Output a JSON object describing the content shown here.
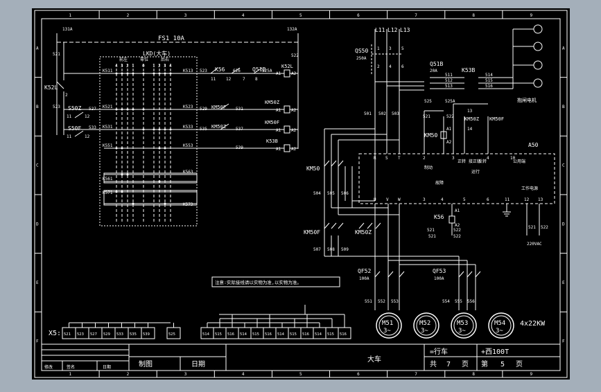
{
  "colors": {
    "frame_bg": "#a4afba",
    "sheet": "#000000",
    "ink": "#ffffff"
  },
  "grid": {
    "cols": [
      "1",
      "2",
      "3",
      "4",
      "5",
      "6",
      "7",
      "8",
      "9"
    ],
    "rows": [
      "A",
      "B",
      "C",
      "D",
      "E",
      "F"
    ]
  },
  "left_circuit": {
    "fuse": "FS1  10A",
    "top_left_wire": "131A",
    "top_right_wire": "132A",
    "left_wires": [
      "521",
      "523",
      "2"
    ],
    "ring_contact": "K52L",
    "selector_title": "LKD(大车)",
    "selector_headers": [
      "前左",
      "零位",
      "后右"
    ],
    "selector_numbers": [
      "4",
      "3",
      "2",
      "1",
      "0",
      "1",
      "2",
      "3",
      "4"
    ],
    "selector_terms": [
      "K511",
      "K513",
      "K521",
      "K523",
      "K531",
      "K533",
      "K551",
      "K553",
      "K561",
      "K563",
      "K571",
      "K573"
    ],
    "row1": {
      "w1": "523",
      "contact": "K56",
      "n11": "11",
      "n12": "12",
      "w626": "626",
      "q": "Q51B",
      "n7": "7",
      "n8": "8",
      "w525": "525A",
      "coil": "K52L",
      "a1": "A1",
      "a2": "A2",
      "w522": "522"
    },
    "row2": {
      "s": "S50Z",
      "w527": "527",
      "n11": "11",
      "n12": "12",
      "w529": "529",
      "contact": "KM50F",
      "w531": "531",
      "coil": "KM50Z",
      "a1": "A1",
      "a2": "A2"
    },
    "row3": {
      "s": "S50F",
      "w533": "533",
      "n11": "11",
      "n12": "12",
      "w535": "535",
      "contact": "KM50Z",
      "w537": "537",
      "coil": "KM50F",
      "a1": "A1",
      "a2": "A2"
    },
    "row4": {
      "w539": "539",
      "coil": "K53B",
      "a1": "A1",
      "a2": "A2"
    }
  },
  "power_circuit": {
    "phases": [
      "L11",
      "L12",
      "L13"
    ],
    "main_breaker": "QS50",
    "main_rating": "250A",
    "terminals_top": [
      "1",
      "3",
      "5",
      "2",
      "4",
      "6"
    ],
    "wires": [
      "501",
      "502",
      "503"
    ],
    "q51b": "Q51B",
    "q51b_rating": "20A",
    "q51b_wires": [
      "511",
      "512",
      "513",
      "525"
    ],
    "q51b_suffix": "525A",
    "k53b": "K53B",
    "k53b_wires": [
      "514",
      "515",
      "516"
    ],
    "motor_labels": [
      "抱闸电机"
    ],
    "km50": "KM50",
    "km50_wires": [
      "504",
      "505",
      "506"
    ],
    "km50f": "KM50F",
    "km50z": "KM50Z",
    "lower_wires": [
      "507",
      "508",
      "509"
    ],
    "qf52": "QF52",
    "qf52_rating": "100A",
    "qf53": "QF53",
    "qf53_rating": "100A",
    "motor_wires": [
      "551",
      "552",
      "553",
      "554",
      "555",
      "556"
    ],
    "a50": {
      "name": "A50",
      "inputs": [
        "R",
        "S",
        "T"
      ],
      "top_terms": [
        "2",
        "3",
        "4",
        "10"
      ],
      "labels": [
        "制动",
        "正转",
        "反转",
        "公用端"
      ],
      "labels_extra": [
        "接正转"
      ],
      "bottom": [
        "U",
        "V",
        "W"
      ],
      "bot_terms": [
        "3",
        "4",
        "5",
        "6",
        "11",
        "12",
        "13"
      ],
      "fault": "故障",
      "run": "运行",
      "power": "工作电源",
      "voltage": "220VAC",
      "wires": [
        "521",
        "522",
        "521",
        "522"
      ]
    },
    "km50_ctrl": {
      "name": "KM50",
      "a1": "A1",
      "a2": "A2",
      "w521": "521",
      "w522": "522",
      "n13": "13",
      "n14": "14",
      "km50z": "KM50Z",
      "km50f": "KM50F"
    },
    "k56": {
      "name": "K56",
      "a1": "A1",
      "a2": "A2",
      "w521": "521",
      "w522": "522"
    }
  },
  "note": "注意:实际接线请以实物为准,以实物为准。",
  "motors": [
    {
      "name": "M51",
      "phase": "3~"
    },
    {
      "name": "M52",
      "phase": "3~"
    },
    {
      "name": "M53",
      "phase": "3~"
    },
    {
      "name": "M54",
      "phase": "3~"
    }
  ],
  "motor_rating": "4x22KW",
  "terminal_strip": {
    "label": "X5:",
    "left": [
      "521",
      "523",
      "527",
      "529",
      "533",
      "535",
      "539",
      "525"
    ],
    "right": [
      "514",
      "515",
      "516",
      "514",
      "515",
      "516",
      "514",
      "515",
      "516",
      "514",
      "515",
      "516"
    ]
  },
  "title_block": {
    "left_headers": [
      "修改",
      "签名",
      "日期"
    ],
    "drawn": "制图",
    "date": "日期",
    "title": "大车",
    "system": "=行车",
    "location": "+西100T",
    "total_label": "共",
    "total": "7",
    "page_unit": "页",
    "sheet_label": "第",
    "sheet": "5",
    "sheet_unit": "页"
  }
}
